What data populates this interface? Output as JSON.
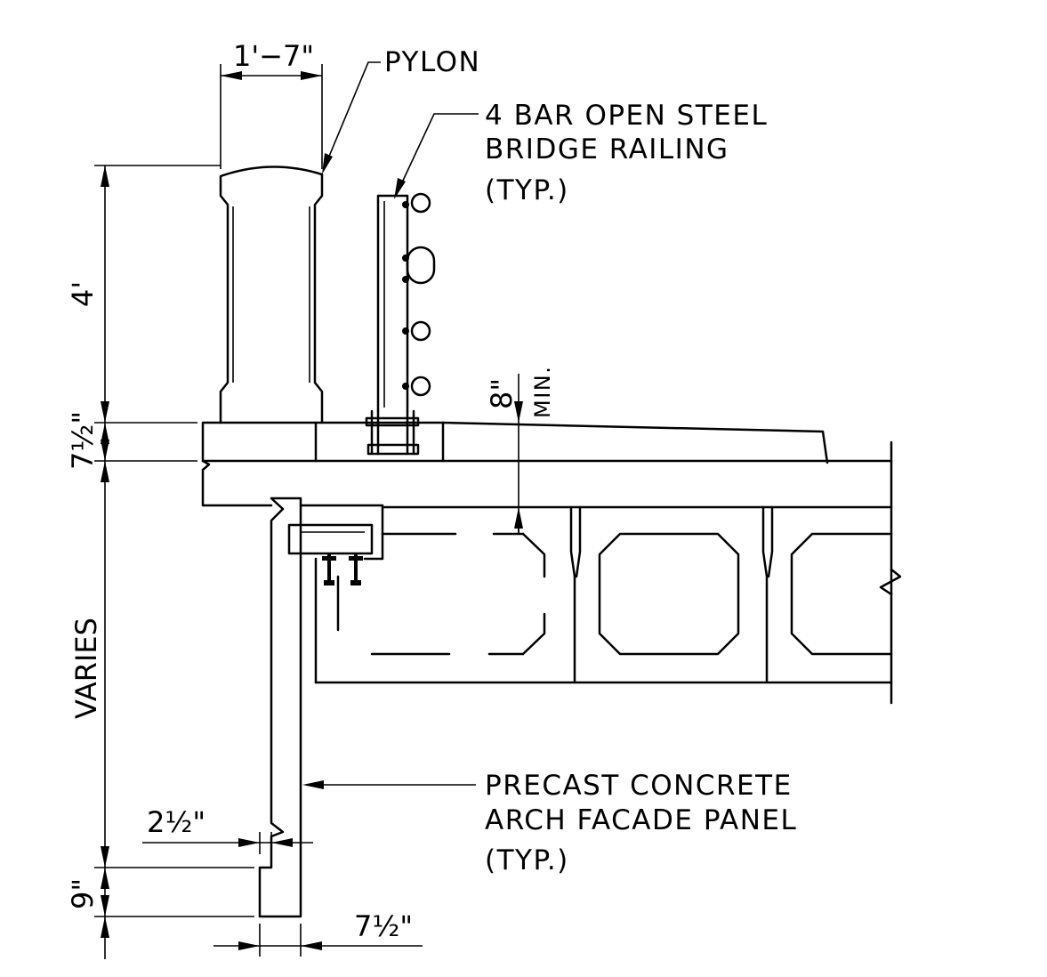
{
  "labels": {
    "pylon": "PYLON",
    "railing_line1": "4 BAR OPEN STEEL",
    "railing_line2": "BRIDGE RAILING",
    "railing_line3": "(TYP.)",
    "panel_line1": "PRECAST CONCRETE",
    "panel_line2": "ARCH FACADE PANEL",
    "panel_line3": "(TYP.)"
  },
  "dimensions": {
    "pylon_width": "1'−7\"",
    "pylon_height": "4'",
    "deck_thickness": "7½\"",
    "varies": "VARIES",
    "bottom_ledge": "9\"",
    "ledge_offset": "2½\"",
    "panel_thickness": "7½\"",
    "railing_min_value": "8\"",
    "railing_min_suffix": "MIN."
  }
}
